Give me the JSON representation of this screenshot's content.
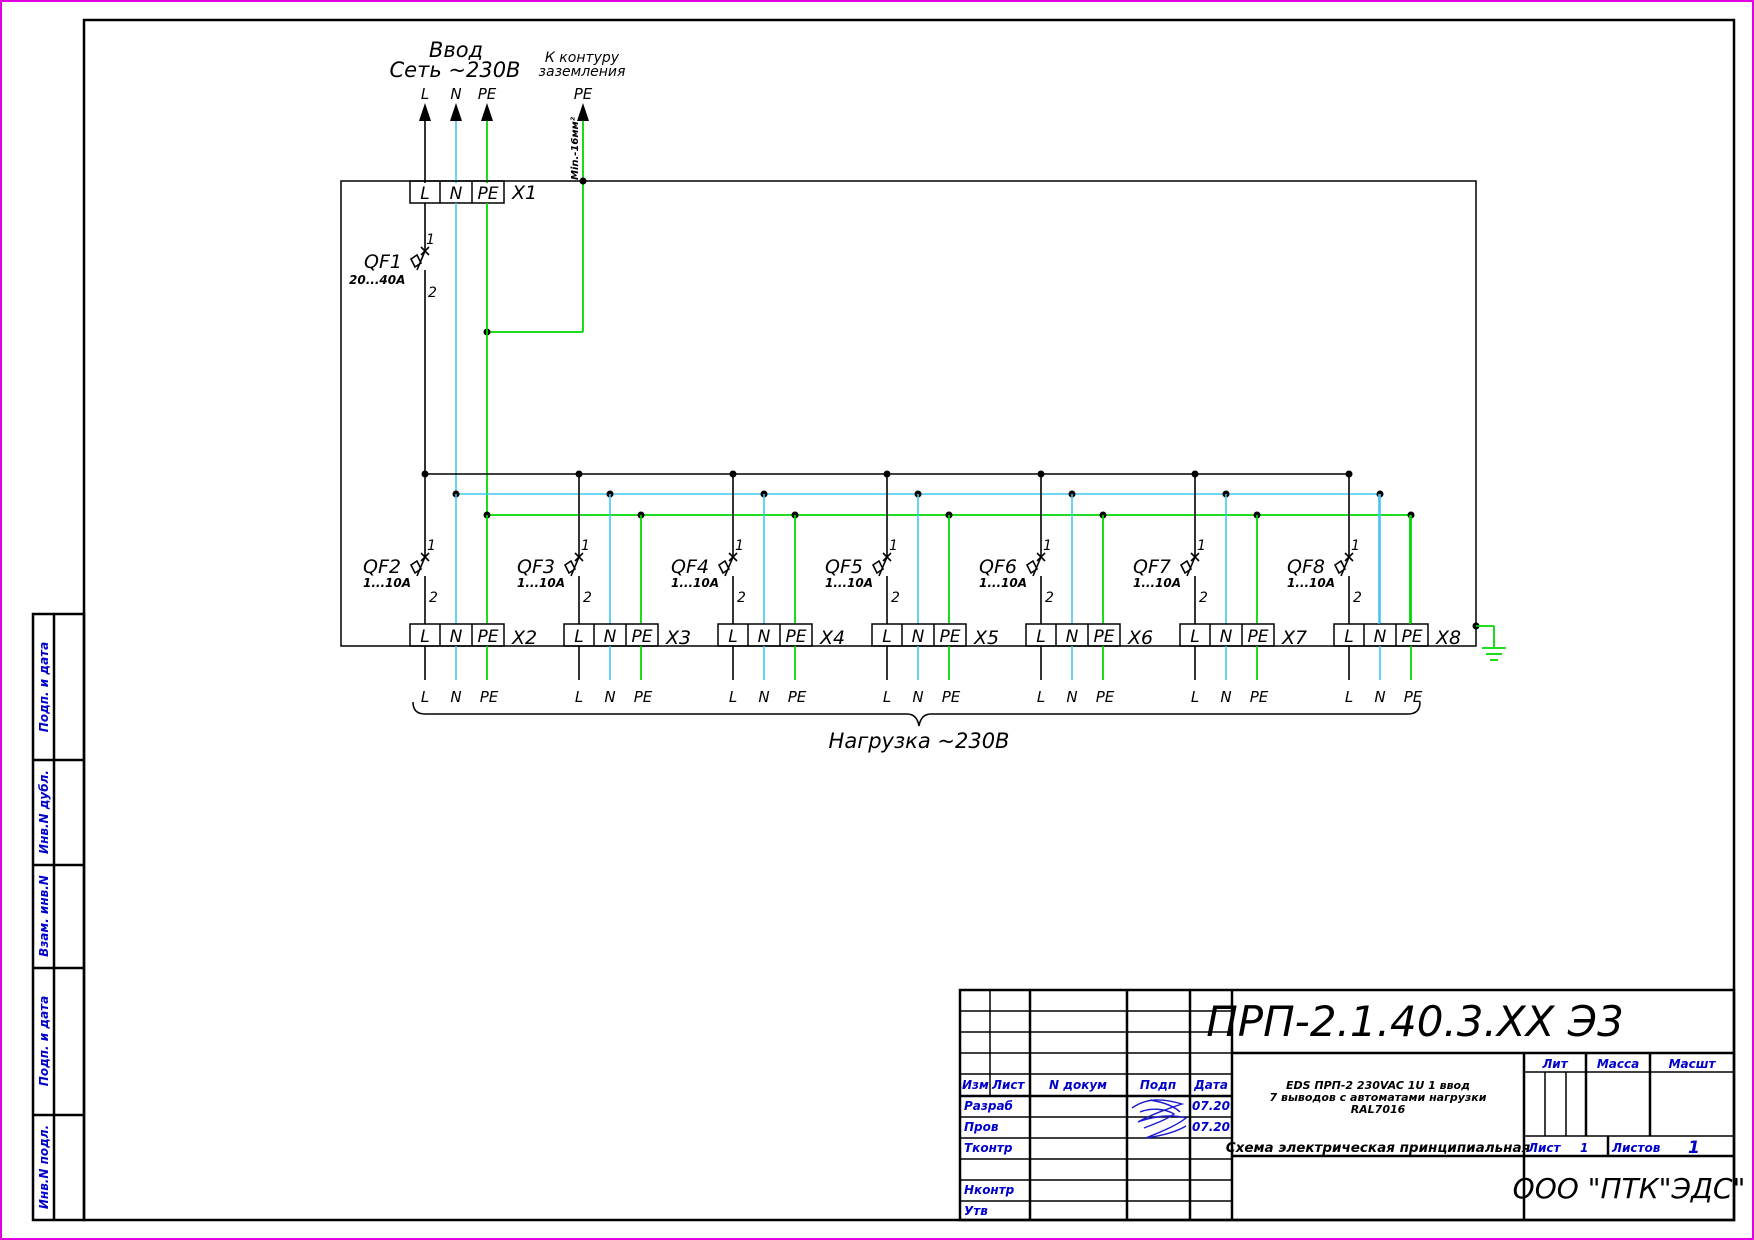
{
  "input": {
    "title_line1": "Ввод",
    "title_line2": "Сеть ~230В",
    "ground_line1": "К контуру",
    "ground_line2": "заземления",
    "labels": [
      "L",
      "N",
      "PE"
    ],
    "ground_pe": "PE",
    "min_section": "Min.-16мм²",
    "terminal": "X1"
  },
  "main_breaker": {
    "name": "QF1",
    "rating": "20...40A",
    "pin_top": "1",
    "pin_bottom": "2"
  },
  "terminal_labels": [
    "L",
    "N",
    "PE"
  ],
  "outputs": [
    {
      "breaker": "QF2",
      "rating": "1...10A",
      "terminal": "X2"
    },
    {
      "breaker": "QF3",
      "rating": "1...10A",
      "terminal": "X3"
    },
    {
      "breaker": "QF4",
      "rating": "1...10A",
      "terminal": "X4"
    },
    {
      "breaker": "QF5",
      "rating": "1...10A",
      "terminal": "X5"
    },
    {
      "breaker": "QF6",
      "rating": "1...10A",
      "terminal": "X6"
    },
    {
      "breaker": "QF7",
      "rating": "1...10A",
      "terminal": "X7"
    },
    {
      "breaker": "QF8",
      "rating": "1...10A",
      "terminal": "X8"
    }
  ],
  "pin_top": "1",
  "pin_bottom": "2",
  "load_label": "Нагрузка ~230В",
  "side_labels": [
    "Подп. и дата",
    "Инв.N дубл.",
    "Взам. инв.N",
    "Подп. и дата",
    "Инв.N подл."
  ],
  "title_block": {
    "designation": "ПРП-2.1.40.3.XX  Э3",
    "description_line1": "EDS ПРП-2 230VAC 1U 1 ввод",
    "description_line2": "7 выводов с автоматами нагрузки",
    "description_line3": "RAL7016",
    "doc_type": "Схема электрическая принципиальная",
    "company": "ООО \"ПТК\"ЭДС\"",
    "col_headers": [
      "Изм",
      "Лист",
      "N докум",
      "Подп",
      "Дата"
    ],
    "rows": [
      "Разраб",
      "Пров",
      "Тконтр",
      "",
      "Нконтр",
      "Утв"
    ],
    "dates": [
      "07.20",
      "07.20"
    ],
    "lit": "Лит",
    "mass": "Масса",
    "scale": "Масшт",
    "sheet_label": "Лист",
    "sheet_num": "1",
    "sheets_label": "Листов",
    "sheets_num": "1"
  },
  "colors": {
    "line": "#000000",
    "neutral": "#40c8f0",
    "pe": "#00d800",
    "frame": "#e000e0",
    "tb_text": "#0000c8"
  }
}
